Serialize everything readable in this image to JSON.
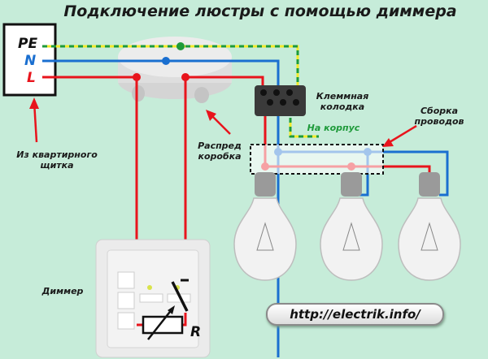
{
  "title": "Подключение люстры с помощью диммера",
  "panel": {
    "pe": "PE",
    "n": "N",
    "l": "L"
  },
  "labels": {
    "source": [
      "Из квартирного",
      "щитка"
    ],
    "junction_box": [
      "Распред",
      "коробка"
    ],
    "terminal_block": [
      "Клеммная",
      "колодка"
    ],
    "ground": "На корпус",
    "wire_assembly": [
      "Сборка",
      "проводов"
    ],
    "dimmer": "Диммер",
    "resistor": "R"
  },
  "url": "http://electrik.info/",
  "colors": {
    "background": "#c6ecd9",
    "phase": "#e8141c",
    "neutral": "#1a6fd0",
    "ground_green": "#1e9a3a",
    "ground_yellow": "#f2ea2a",
    "ground_label": "#1e9a3a"
  }
}
